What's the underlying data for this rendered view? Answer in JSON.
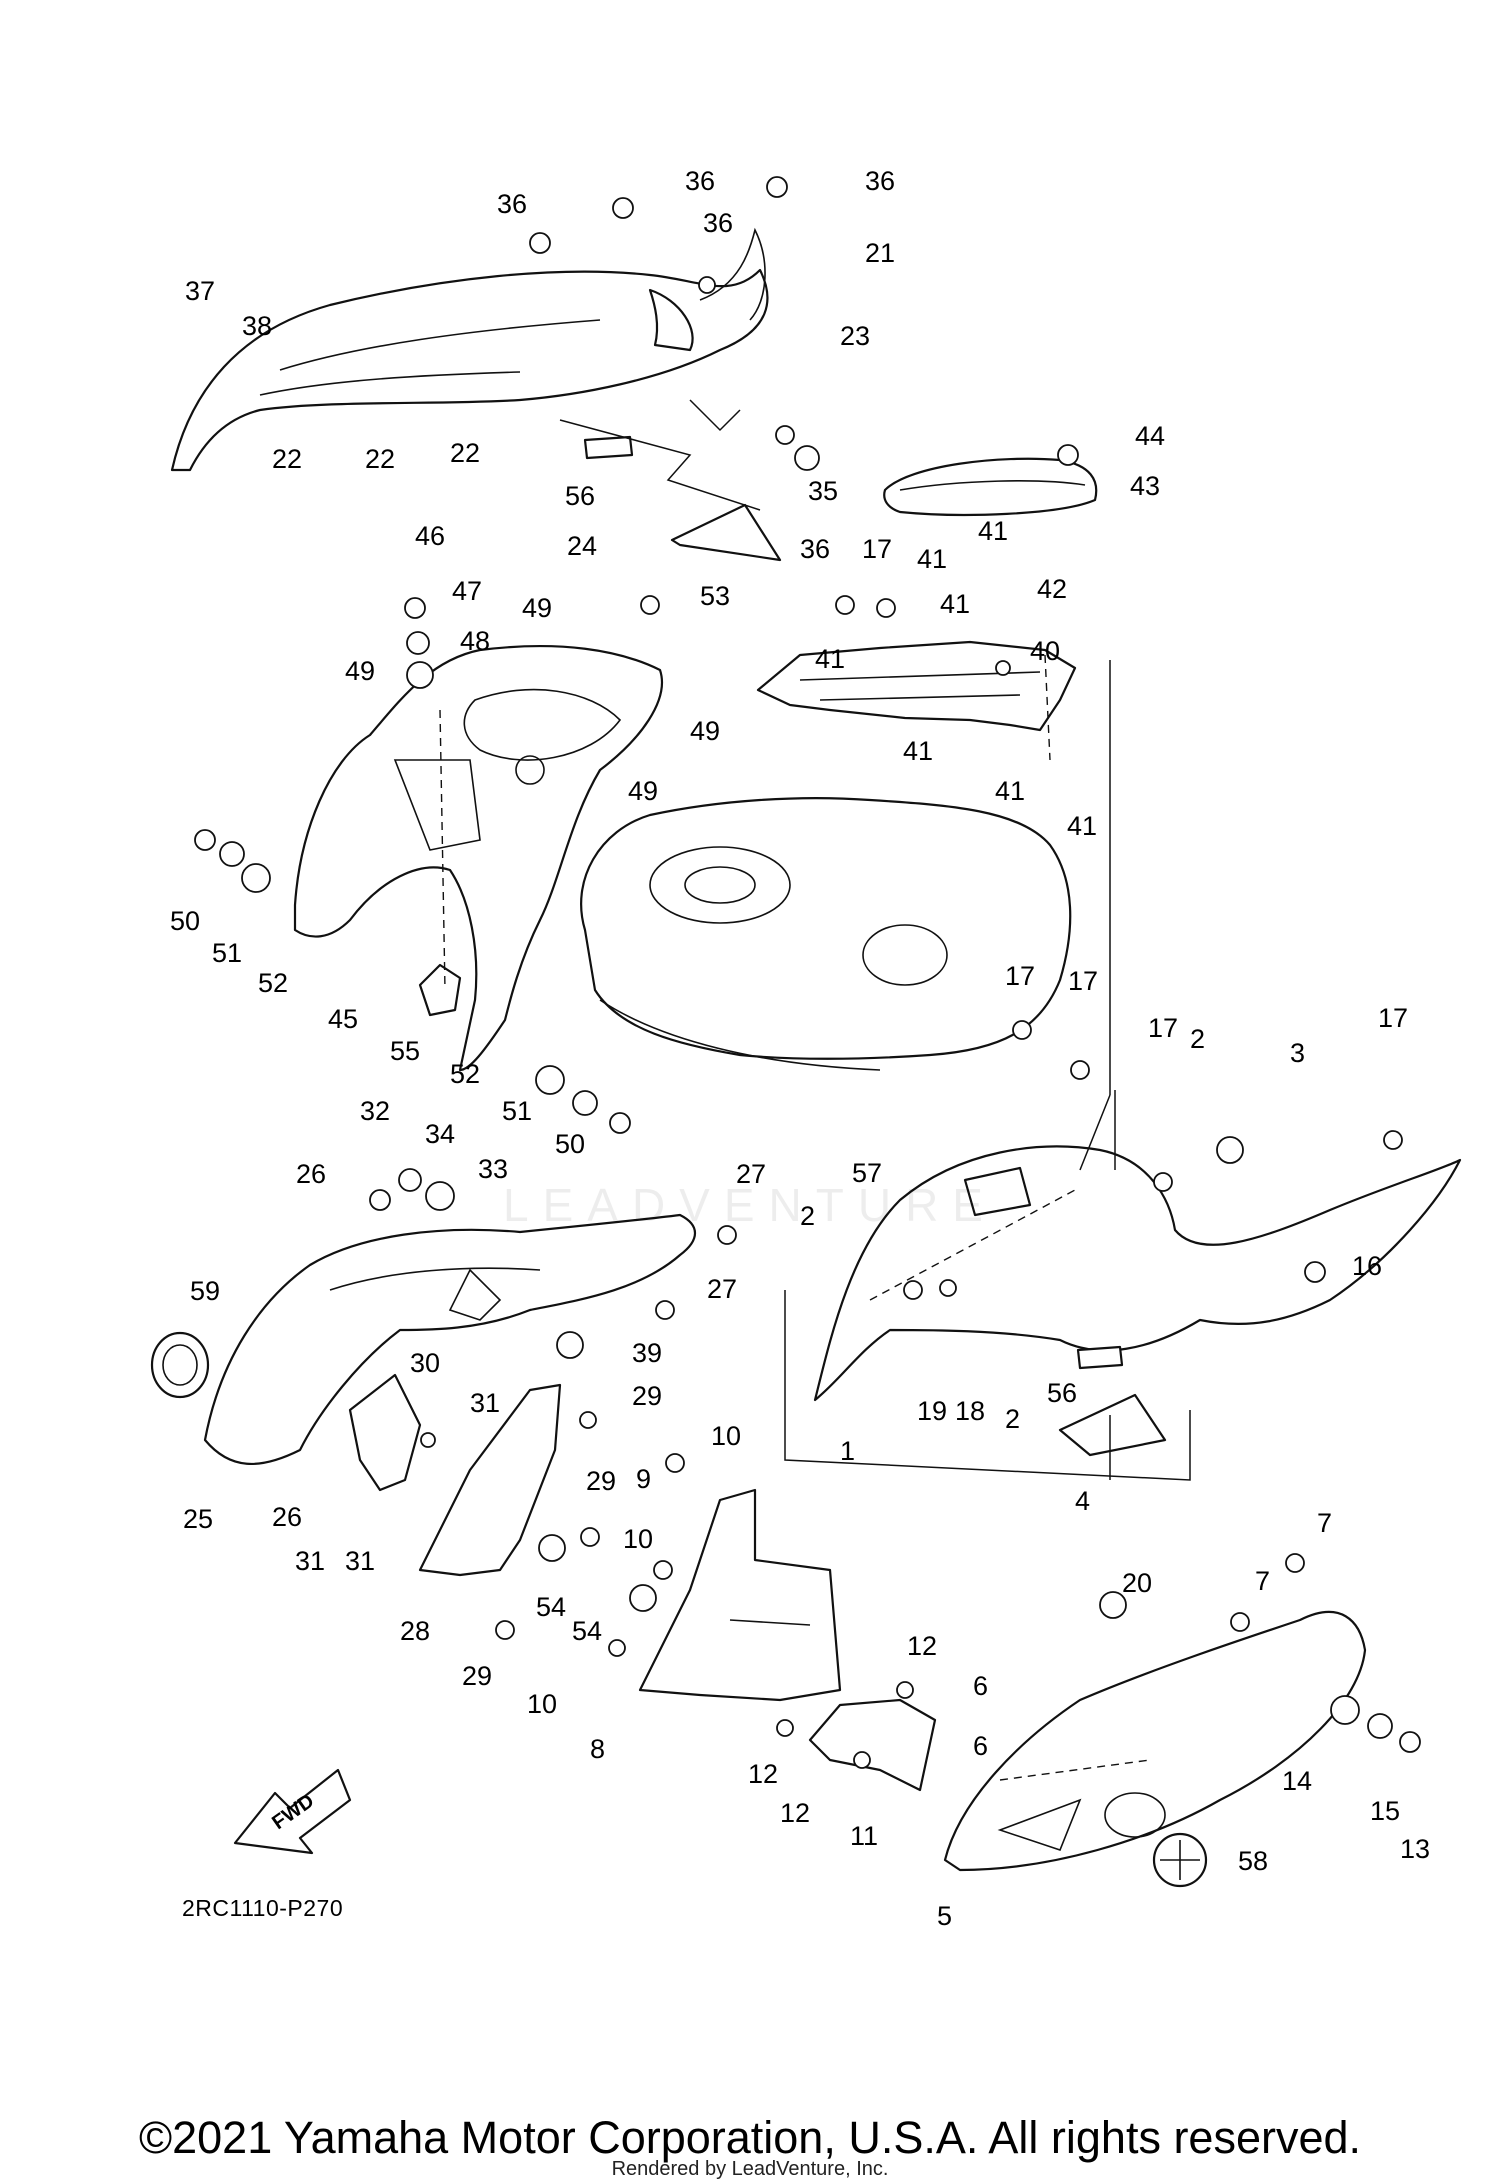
{
  "diagram": {
    "drawing_code": "2RC1110-P270",
    "fwd_label": "FWD",
    "watermark": "LEADVENTURE",
    "copyright": "©2021 Yamaha Motor Corporation, U.S.A. All rights reserved.",
    "rendered_by": "Rendered by LeadVenture, Inc."
  },
  "callouts": [
    {
      "id": "c36a",
      "label": "36"
    },
    {
      "id": "c36b",
      "label": "36"
    },
    {
      "id": "c36c",
      "label": "36"
    },
    {
      "id": "c36d",
      "label": "36"
    },
    {
      "id": "c21",
      "label": "21"
    },
    {
      "id": "c37",
      "label": "37"
    },
    {
      "id": "c38",
      "label": "38"
    },
    {
      "id": "c23",
      "label": "23"
    },
    {
      "id": "c22a",
      "label": "22"
    },
    {
      "id": "c22b",
      "label": "22"
    },
    {
      "id": "c22c",
      "label": "22"
    },
    {
      "id": "c35",
      "label": "35"
    },
    {
      "id": "c56a",
      "label": "56"
    },
    {
      "id": "c44",
      "label": "44"
    },
    {
      "id": "c43",
      "label": "43"
    },
    {
      "id": "c24",
      "label": "24"
    },
    {
      "id": "c41a",
      "label": "41"
    },
    {
      "id": "c46",
      "label": "46"
    },
    {
      "id": "c36e",
      "label": "36"
    },
    {
      "id": "c17a",
      "label": "17"
    },
    {
      "id": "c41b",
      "label": "41"
    },
    {
      "id": "c41c",
      "label": "41"
    },
    {
      "id": "c42",
      "label": "42"
    },
    {
      "id": "c47",
      "label": "47"
    },
    {
      "id": "c49a",
      "label": "49"
    },
    {
      "id": "c53",
      "label": "53"
    },
    {
      "id": "c48",
      "label": "48"
    },
    {
      "id": "c40",
      "label": "40"
    },
    {
      "id": "c49b",
      "label": "49"
    },
    {
      "id": "c41d",
      "label": "41"
    },
    {
      "id": "c49c",
      "label": "49"
    },
    {
      "id": "c41e",
      "label": "41"
    },
    {
      "id": "c41f",
      "label": "41"
    },
    {
      "id": "c49d",
      "label": "49"
    },
    {
      "id": "c41g",
      "label": "41"
    },
    {
      "id": "c50a",
      "label": "50"
    },
    {
      "id": "c51a",
      "label": "51"
    },
    {
      "id": "c52a",
      "label": "52"
    },
    {
      "id": "c45",
      "label": "45"
    },
    {
      "id": "c55",
      "label": "55"
    },
    {
      "id": "c52b",
      "label": "52"
    },
    {
      "id": "c51b",
      "label": "51"
    },
    {
      "id": "c50b",
      "label": "50"
    },
    {
      "id": "c17b",
      "label": "17"
    },
    {
      "id": "c17c",
      "label": "17"
    },
    {
      "id": "c17d",
      "label": "17"
    },
    {
      "id": "c17e",
      "label": "17"
    },
    {
      "id": "c2a",
      "label": "2"
    },
    {
      "id": "c3",
      "label": "3"
    },
    {
      "id": "c32",
      "label": "32"
    },
    {
      "id": "c34",
      "label": "34"
    },
    {
      "id": "c33",
      "label": "33"
    },
    {
      "id": "c26a",
      "label": "26"
    },
    {
      "id": "c27a",
      "label": "27"
    },
    {
      "id": "c57",
      "label": "57"
    },
    {
      "id": "c2b",
      "label": "2"
    },
    {
      "id": "c16",
      "label": "16"
    },
    {
      "id": "c27b",
      "label": "27"
    },
    {
      "id": "c59",
      "label": "59"
    },
    {
      "id": "c39",
      "label": "39"
    },
    {
      "id": "c56b",
      "label": "56"
    },
    {
      "id": "c19",
      "label": "19"
    },
    {
      "id": "c18",
      "label": "18"
    },
    {
      "id": "c2c",
      "label": "2"
    },
    {
      "id": "c30",
      "label": "30"
    },
    {
      "id": "c31a",
      "label": "31"
    },
    {
      "id": "c29a",
      "label": "29"
    },
    {
      "id": "c1",
      "label": "1"
    },
    {
      "id": "c25",
      "label": "25"
    },
    {
      "id": "c26b",
      "label": "26"
    },
    {
      "id": "c10a",
      "label": "10"
    },
    {
      "id": "c4",
      "label": "4"
    },
    {
      "id": "c29b",
      "label": "29"
    },
    {
      "id": "c9",
      "label": "9"
    },
    {
      "id": "c31b",
      "label": "31"
    },
    {
      "id": "c31c",
      "label": "31"
    },
    {
      "id": "c10b",
      "label": "10"
    },
    {
      "id": "c7a",
      "label": "7"
    },
    {
      "id": "c7b",
      "label": "7"
    },
    {
      "id": "c20",
      "label": "20"
    },
    {
      "id": "c54a",
      "label": "54"
    },
    {
      "id": "c28",
      "label": "28"
    },
    {
      "id": "c54b",
      "label": "54"
    },
    {
      "id": "c29c",
      "label": "29"
    },
    {
      "id": "c12a",
      "label": "12"
    },
    {
      "id": "c6a",
      "label": "6"
    },
    {
      "id": "c10c",
      "label": "10"
    },
    {
      "id": "c8",
      "label": "8"
    },
    {
      "id": "c6b",
      "label": "6"
    },
    {
      "id": "c12b",
      "label": "12"
    },
    {
      "id": "c14",
      "label": "14"
    },
    {
      "id": "c15",
      "label": "15"
    },
    {
      "id": "c13",
      "label": "13"
    },
    {
      "id": "c12c",
      "label": "12"
    },
    {
      "id": "c11",
      "label": "11"
    },
    {
      "id": "c58",
      "label": "58"
    },
    {
      "id": "c5",
      "label": "5"
    }
  ]
}
